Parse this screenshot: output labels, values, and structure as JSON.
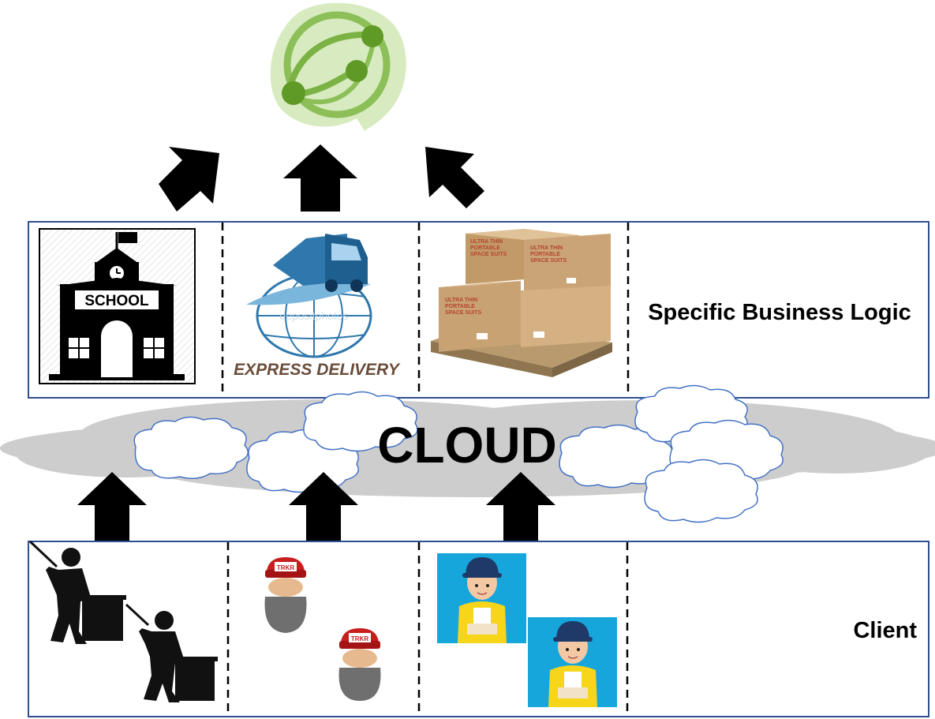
{
  "labels": {
    "business_logic": "Specific Business Logic",
    "cloud": "CLOUD",
    "client": "Client"
  },
  "icons": {
    "school_sign": "SCHOOL",
    "delivery_text": "EXPRESS DELIVERY",
    "watermark": "depositphotos",
    "box_text_1": "ULTRA THIN",
    "box_text_2": "PORTABLE",
    "box_text_3": "SPACE SUITS",
    "hat_badge": "TRKR"
  },
  "colors": {
    "panel_border": "#2f4f8f",
    "cloud_gray": "#cdcdcd",
    "small_cloud_border": "#4472c4",
    "logo_green": "#6aa82c",
    "truck_blue": "#2f78ad",
    "cardboard": "#c8a273",
    "client_bg_blue": "#17a6dc",
    "vest_yellow": "#f6d51b"
  }
}
